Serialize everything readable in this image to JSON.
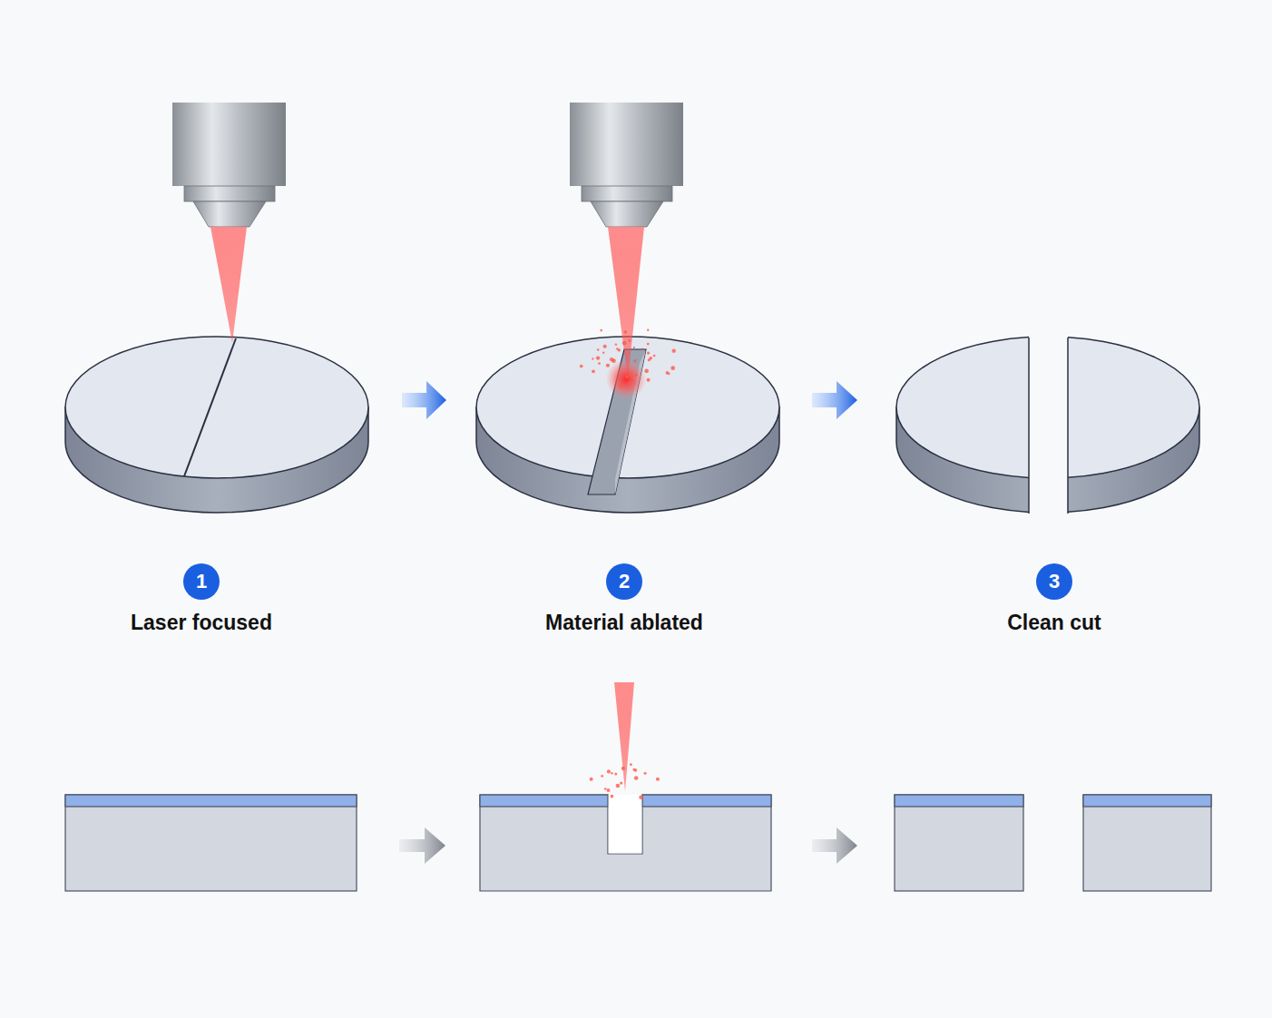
{
  "diagram": {
    "nodes": [
      {
        "text": [
          "1",
          "Laser focused"
        ]
      },
      {
        "text": [
          "2",
          "Material ablated"
        ]
      },
      {
        "text": [
          "3",
          "Clean cut"
        ]
      }
    ]
  }
}
